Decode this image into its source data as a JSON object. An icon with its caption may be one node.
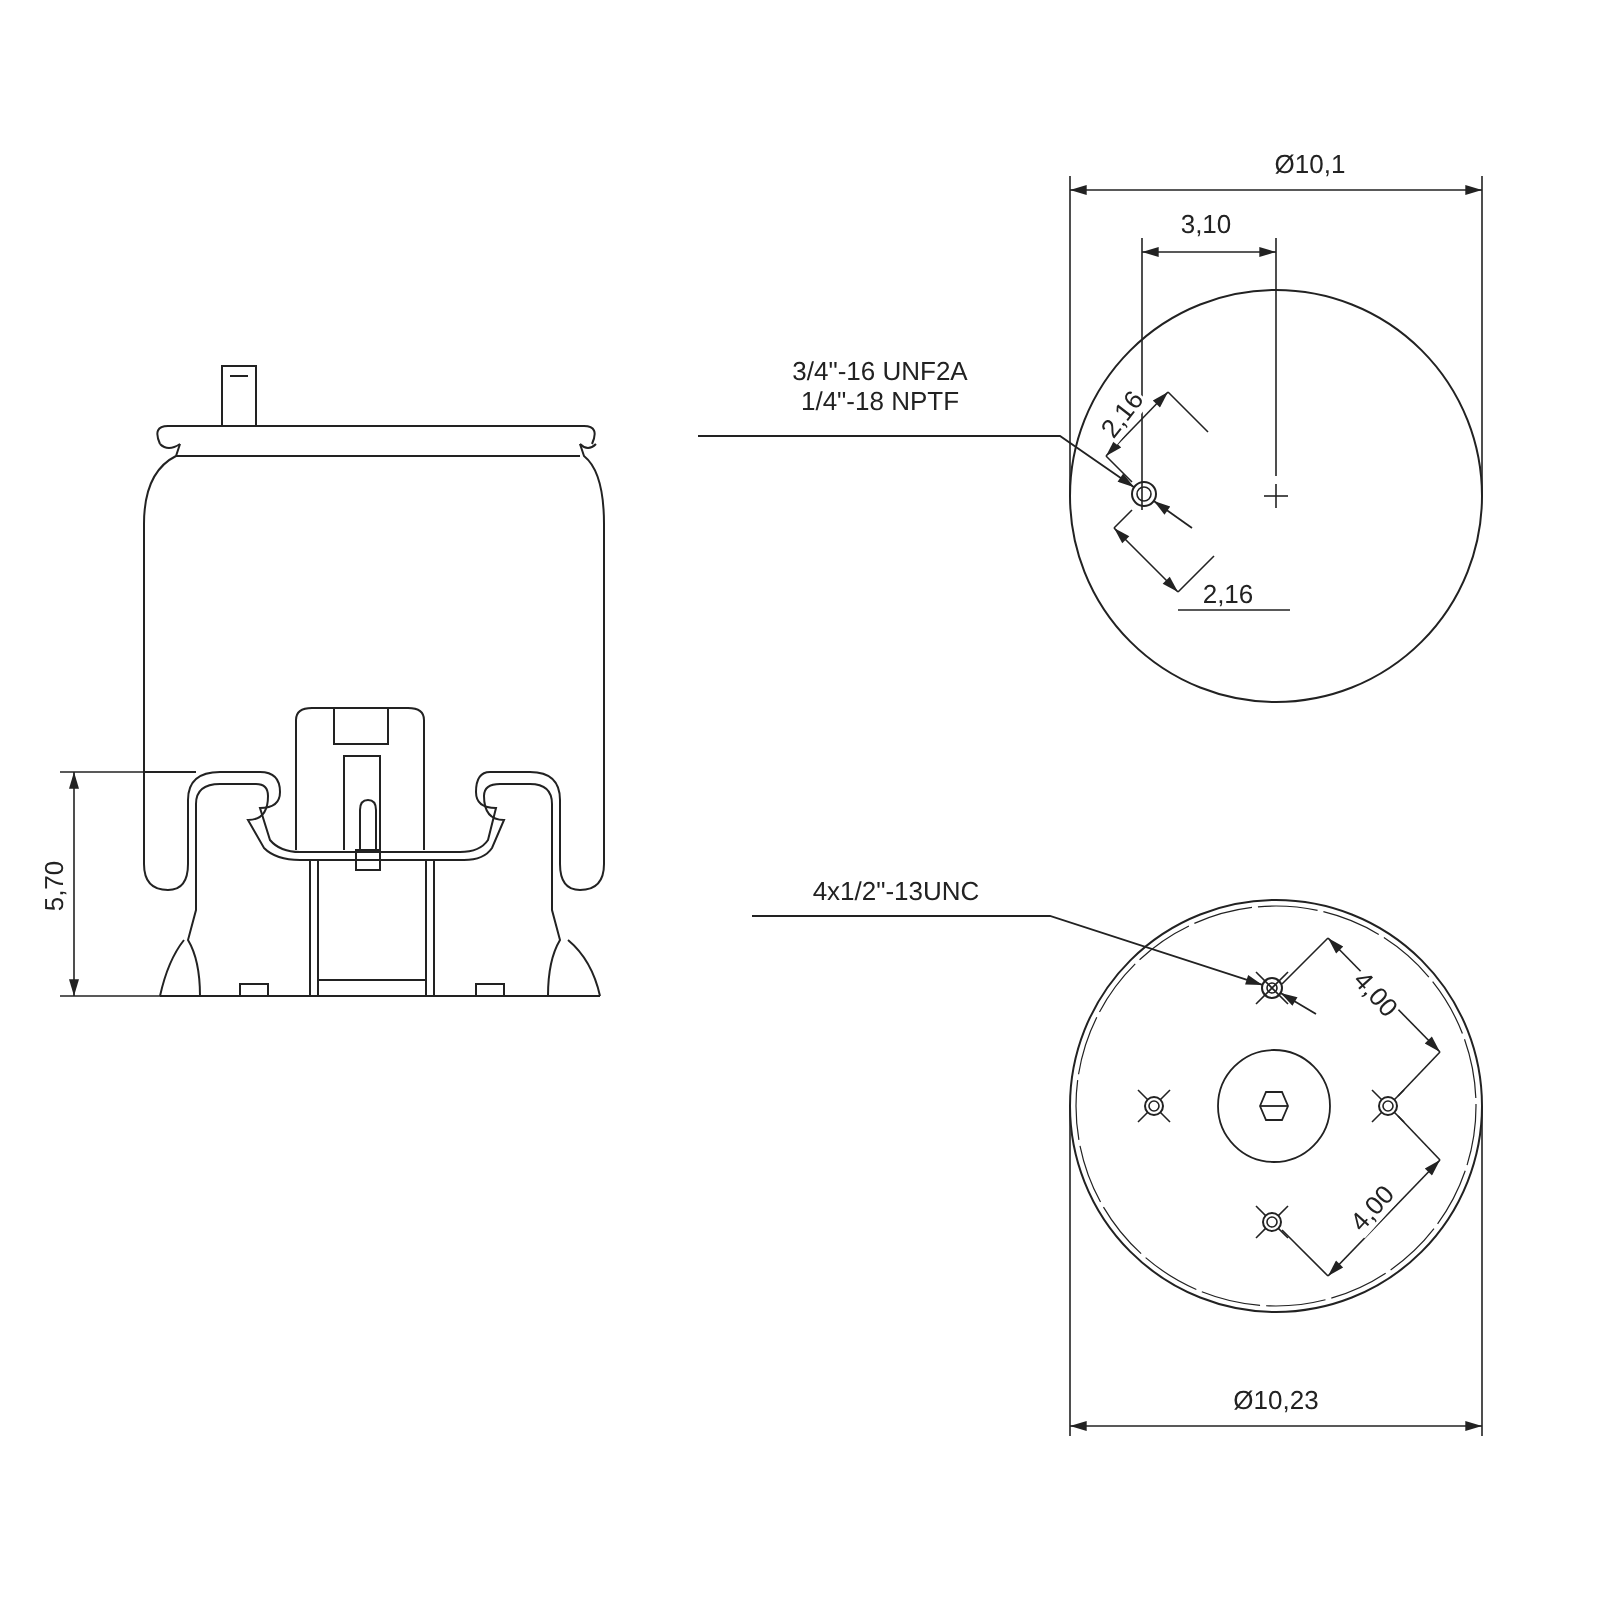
{
  "diagram": {
    "nodes": [
      {
        "text": [
          "3/4\"-16 UNF2A",
          "1/4\"-18 NPTF"
        ]
      },
      {
        "text": [],
        "shape": "circle"
      },
      {
        "text": [
          "4x1/2\"-13UNC"
        ]
      },
      {
        "text": [],
        "shape": "circle"
      }
    ],
    "edges": [
      {
        "from": 0,
        "to": 1,
        "arrow": "to"
      },
      {
        "from": 2,
        "to": 3,
        "arrow": "to"
      },
      {
        "from": null,
        "to": 1,
        "arrow": "to"
      },
      {
        "from": null,
        "to": 3,
        "arrow": "to"
      }
    ],
    "labels": [
      "Ø10,1",
      "3,10",
      "2,16",
      "2,16",
      "5,70",
      "4,00",
      "4,00",
      "Ø10,23"
    ]
  }
}
